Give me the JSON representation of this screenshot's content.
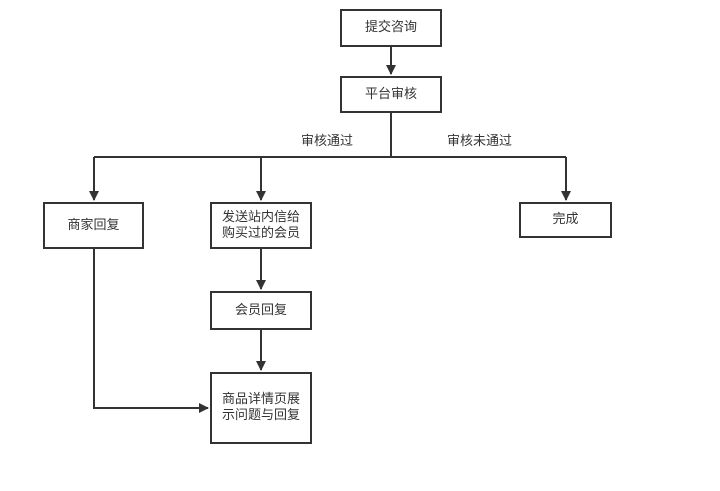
{
  "flowchart": {
    "nodes": {
      "submit": "提交咨询",
      "review": "平台审核",
      "merchant_reply": "商家回复",
      "send_message": "发送站内信给\n购买过的会员",
      "member_reply": "会员回复",
      "display": "商品详情页展\n示问题与回复",
      "done": "完成"
    },
    "edge_labels": {
      "approved": "审核通过",
      "rejected": "审核未通过"
    },
    "edges": [
      {
        "from": "submit",
        "to": "review"
      },
      {
        "from": "review",
        "to": "merchant_reply",
        "label": "审核通过"
      },
      {
        "from": "review",
        "to": "send_message",
        "label": "审核通过"
      },
      {
        "from": "review",
        "to": "done",
        "label": "审核未通过"
      },
      {
        "from": "send_message",
        "to": "member_reply"
      },
      {
        "from": "member_reply",
        "to": "display"
      },
      {
        "from": "merchant_reply",
        "to": "display"
      }
    ],
    "colors": {
      "line": "#333333",
      "border": "#333333",
      "fill": "#ffffff"
    }
  }
}
